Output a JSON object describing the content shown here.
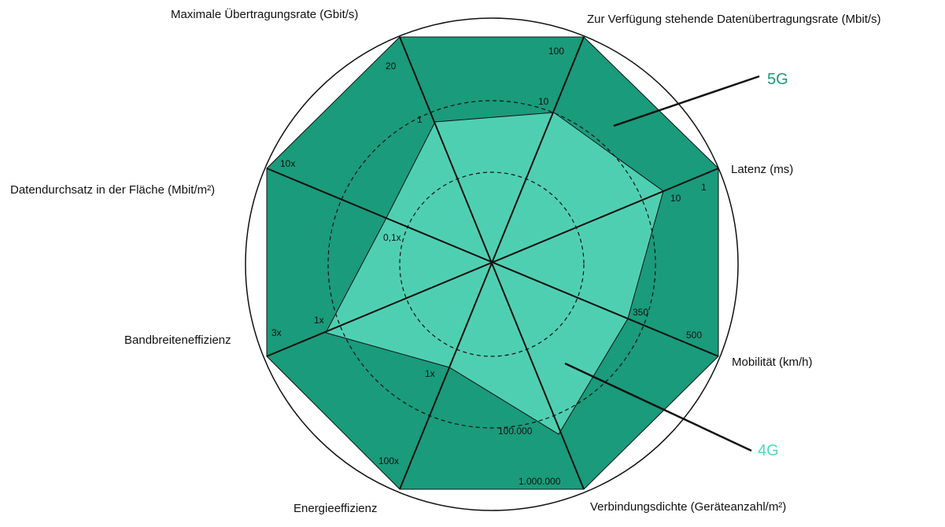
{
  "diagram": {
    "outer_fill": "#1a9b7b",
    "inner_fill": "#4fcfb1",
    "stroke": "#111111",
    "axes": [
      {
        "title": "Zur Verfügung stehende Datenübertragungsrate (Mbit/s)",
        "outer_tick": "100",
        "inner_tick": "10"
      },
      {
        "title": "Latenz (ms)",
        "outer_tick": "1",
        "inner_tick": "10"
      },
      {
        "title": "Mobilität (km/h)",
        "outer_tick": "500",
        "inner_tick": "350"
      },
      {
        "title": "Verbindungsdichte (Geräteanzahl/m²)",
        "outer_tick": "1.000.000",
        "inner_tick": "100.000"
      },
      {
        "title": "Energieeffizienz",
        "outer_tick": "100x",
        "inner_tick": "1x"
      },
      {
        "title": "Bandbreiteneffizienz",
        "outer_tick": "3x",
        "inner_tick": "1x"
      },
      {
        "title": "Datendurchsatz in der Fläche (Mbit/m²)",
        "outer_tick": "10x",
        "inner_tick": "0,1x"
      },
      {
        "title": "Maximale Übertragungsrate (Gbit/s)",
        "outer_tick": "20",
        "inner_tick": "1"
      }
    ],
    "legend": [
      {
        "label": "5G",
        "color": "#1a9b7b"
      },
      {
        "label": "4G",
        "color": "#4fd8bd"
      }
    ]
  }
}
